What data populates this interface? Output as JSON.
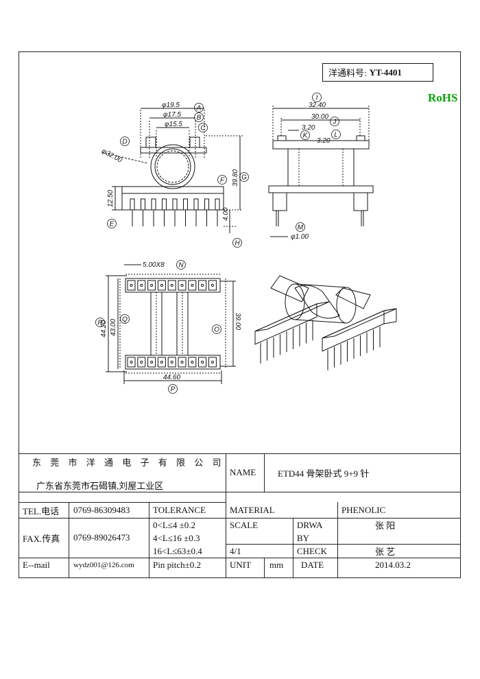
{
  "header": {
    "part_label": "洋通料号:",
    "part_number": "YT-4401",
    "rohs": "RoHS"
  },
  "dimensions": {
    "d_a": "φ19.5",
    "d_b": "φ17.5",
    "d_c": "φ15.5",
    "d_d": "φ32.00",
    "h_total": "39.80",
    "h_pin": "4.00",
    "h_side": "12.50",
    "w_top": "32.40",
    "w_mid": "30.00",
    "d_k": "3.20",
    "d_l": "3.20",
    "pin_d": "φ1.00",
    "pitch": "5.00X8",
    "w_outer": "44.20",
    "w_inner": "43.00",
    "w_o": "39.00",
    "w_bottom": "44.60"
  },
  "callouts": {
    "A": "A",
    "B": "B",
    "C": "C",
    "D": "D",
    "E": "E",
    "F": "F",
    "G": "G",
    "H": "H",
    "I": "I",
    "J": "J",
    "K": "K",
    "L": "L",
    "M": "M",
    "N": "N",
    "O": "O",
    "P": "P",
    "Q": "Q",
    "R": "R"
  },
  "title_block": {
    "company": "东 莞 市 洋 通 电 子 有 限 公 司",
    "address": "广东省东莞市石碣镇,刘屋工业区",
    "name_label": "NAME",
    "name_value": "ETD44 骨架卧式 9+9 针",
    "tel_label": "TEL.电话",
    "tel_value": "0769-86309483",
    "tolerance_label": "TOLERANCE",
    "material_label": "MATERIAL",
    "material_value": "PHENOLIC",
    "fax_label": "FAX.传真",
    "fax_value": "0769-89026473",
    "tol_1": "0<L≤4  ±0.2",
    "tol_2": "4<L≤16 ±0.3",
    "tol_3": "16<L≤63±0.4",
    "tol_4": "Pin pitch±0.2",
    "scale_label": "SCALE",
    "scale_value": "4/1",
    "drawn_label_1": "DRWA",
    "drawn_label_2": "BY",
    "drawn_value": "张  阳",
    "check_label": "CHECK",
    "check_value": "张  艺",
    "email_label": "E--mail",
    "email_value": "wydz001@126.com",
    "unit_label": "UNIT",
    "unit_value": "mm",
    "date_label": "DATE",
    "date_value": "2014.03.2"
  }
}
